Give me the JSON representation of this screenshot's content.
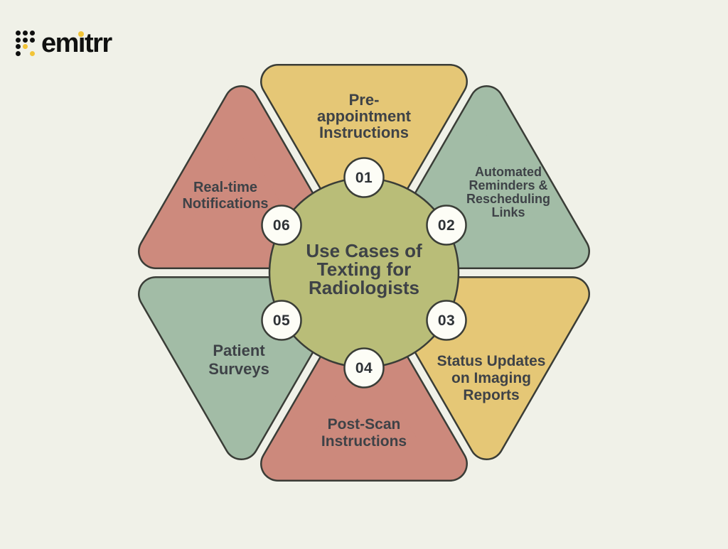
{
  "logo": {
    "brand_text": "emitrr",
    "brand_before_i": "em",
    "brand_dotless_i": "ı",
    "brand_after_i": "trr",
    "mark_rows": [
      "bbb",
      "bbb",
      "by.",
      "b.y"
    ]
  },
  "colors": {
    "background": "#f0f1e8",
    "outline": "#3a3d37",
    "label_text": "#3e4247",
    "number_text": "#2e3236",
    "center_fill": "#b9bd78",
    "number_circle_fill": "#fdfdf6",
    "logo_black": "#101110",
    "logo_yellow": "#f2c437"
  },
  "center": {
    "lines": [
      "Use Cases of",
      "Texting for",
      "Radiologists"
    ]
  },
  "segments": [
    {
      "number": "01",
      "color": "#e5c776",
      "label_lines": [
        "Pre-",
        "appointment",
        "Instructions"
      ]
    },
    {
      "number": "02",
      "color": "#a2bca6",
      "label_lines": [
        "Automated",
        "Reminders &",
        "Rescheduling",
        "Links"
      ]
    },
    {
      "number": "03",
      "color": "#e5c776",
      "label_lines": [
        "Status Updates",
        "on Imaging",
        "Reports"
      ]
    },
    {
      "number": "04",
      "color": "#cc897c",
      "label_lines": [
        "Post-Scan",
        "Instructions"
      ]
    },
    {
      "number": "05",
      "color": "#a2bca6",
      "label_lines": [
        "Patient",
        "Surveys"
      ]
    },
    {
      "number": "06",
      "color": "#cd8a7d",
      "label_lines": [
        "Real-time",
        "Notifications"
      ]
    }
  ]
}
